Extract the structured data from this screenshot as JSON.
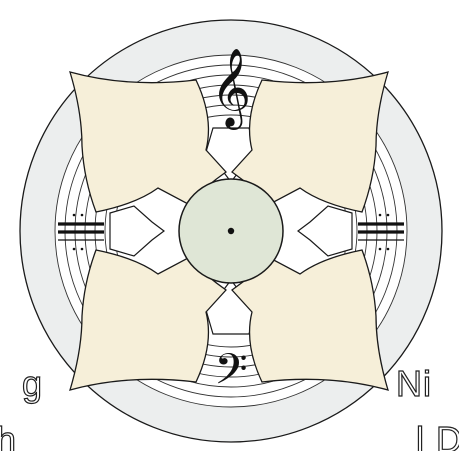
{
  "colors": {
    "background": "#ffffff",
    "outer_ring": "#eceeee",
    "petal_fill": "#f6efd9",
    "center_fill": "#dfe6d6",
    "line": "#1a1a1a"
  },
  "icons": {
    "top": "treble-clef-icon",
    "bottom": "bass-clef-icon",
    "left": "double-barline-icon",
    "right": "double-barline-icon"
  },
  "symbols": {
    "treble_clef": "𝄞",
    "bass_clef": "𝄢"
  },
  "corner_text": {
    "left_top": "g",
    "left_bottom": "h",
    "right_top": "Ni",
    "right_bottom": "l D"
  }
}
